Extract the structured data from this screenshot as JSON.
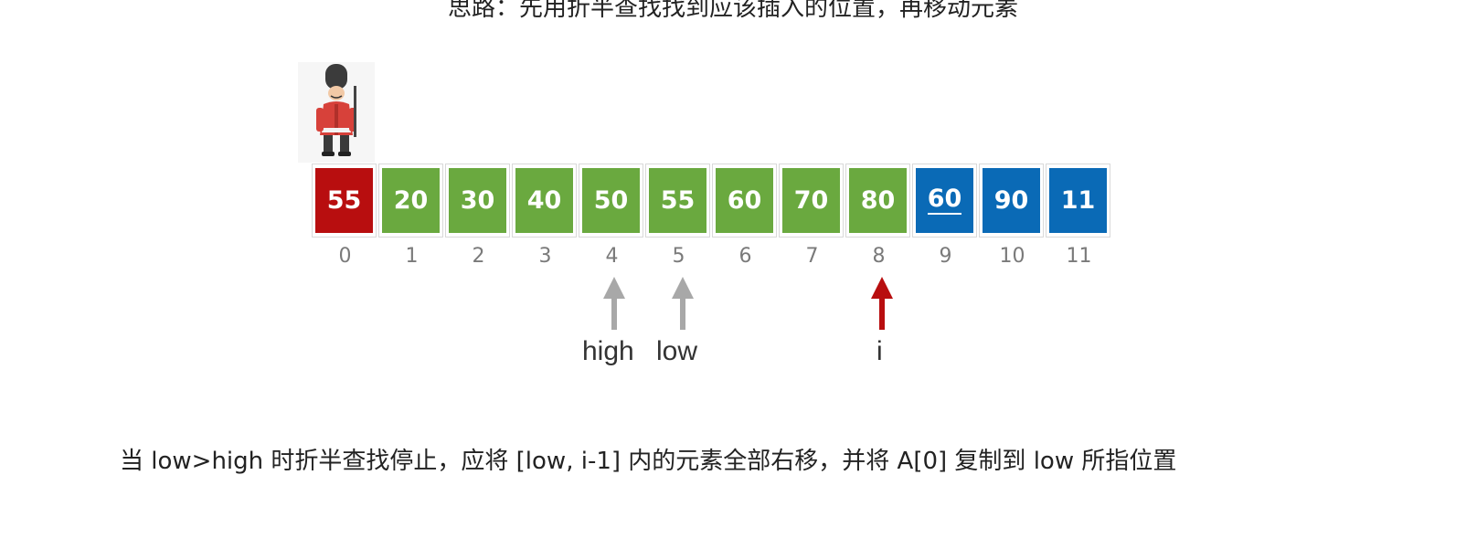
{
  "header": {
    "caption": "思路：先用折半查找找到应该插入的位置，再移动元素"
  },
  "colors": {
    "sentinel": "#b80e0f",
    "sorted": "#6aa93f",
    "unsorted": "#0a6ab6",
    "pointer_gray": "#a8a8a8",
    "pointer_red": "#b80e0f"
  },
  "array": {
    "cells": [
      {
        "value": "55",
        "index": "0"
      },
      {
        "value": "20",
        "index": "1"
      },
      {
        "value": "30",
        "index": "2"
      },
      {
        "value": "40",
        "index": "3"
      },
      {
        "value": "50",
        "index": "4"
      },
      {
        "value": "55",
        "index": "5"
      },
      {
        "value": "60",
        "index": "6"
      },
      {
        "value": "70",
        "index": "7"
      },
      {
        "value": "80",
        "index": "8"
      },
      {
        "value": "60",
        "index": "9"
      },
      {
        "value": "90",
        "index": "10"
      },
      {
        "value": "11",
        "index": "11"
      }
    ]
  },
  "pointers": {
    "high": "high",
    "low": "low",
    "i": "i"
  },
  "footer": {
    "text": "当 low>high 时折半查找停止，应将 [low, i-1] 内的元素全部右移，并将 A[0] 复制到 low 所指位置"
  }
}
